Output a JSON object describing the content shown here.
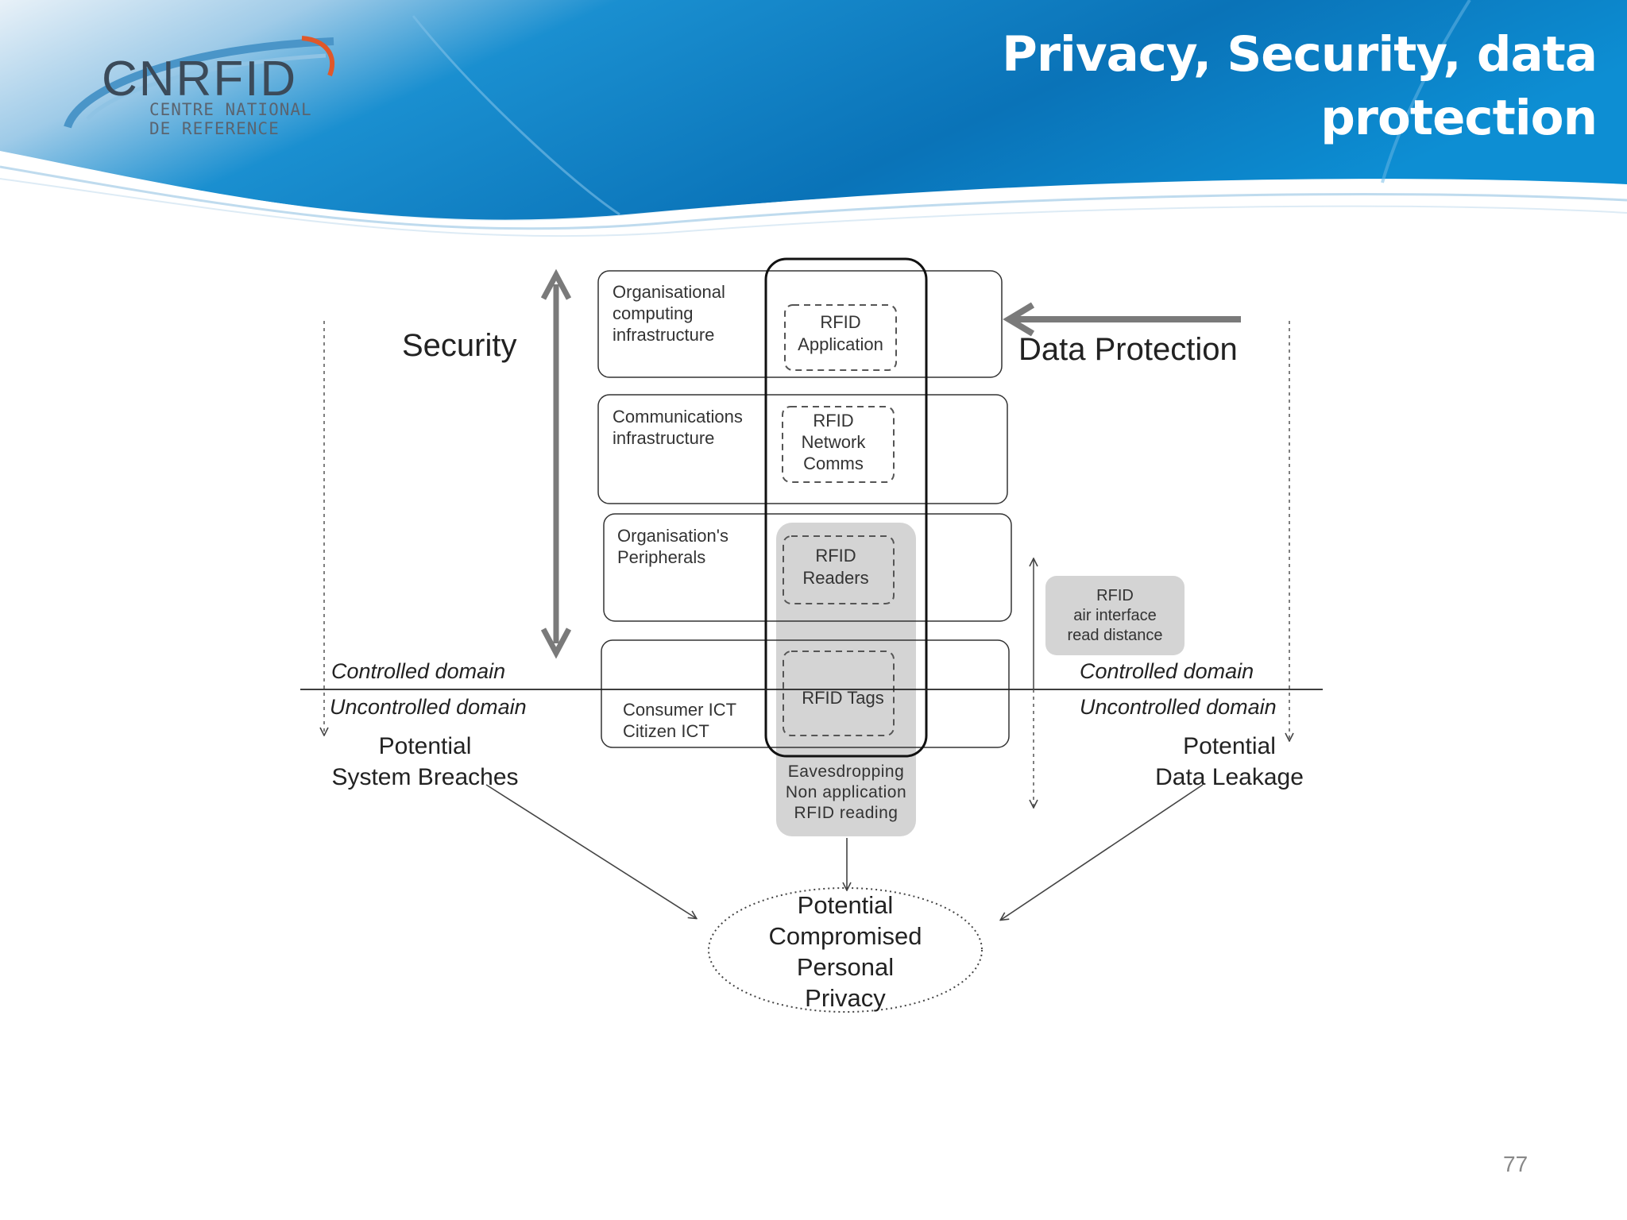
{
  "title": {
    "line1": "Privacy, Security, data",
    "line2": "protection"
  },
  "logo": {
    "name": "CNRFID",
    "subtitle_line1": "CENTRE NATIONAL",
    "subtitle_line2": "DE REFERENCE"
  },
  "colors": {
    "header_blue": "#0b83c6",
    "header_dark": "#06609e",
    "gray_fill": "#d3d3d3",
    "arrow_gray": "#7a7a7a"
  },
  "diagram": {
    "security_label": "Security",
    "data_protection_label": "Data Protection",
    "layers": [
      {
        "text_lines": [
          "Organisational",
          "computing",
          "infrastructure"
        ],
        "rfid_lines": [
          "RFID",
          "Application"
        ]
      },
      {
        "text_lines": [
          "Communications",
          "infrastructure"
        ],
        "rfid_lines": [
          "RFID",
          "Network",
          "Comms"
        ]
      },
      {
        "text_lines": [
          "Organisation's",
          "Peripherals"
        ],
        "rfid_lines": [
          "RFID",
          "Readers"
        ]
      },
      {
        "text_lines": [
          "Consumer  ICT",
          "Citizen ICT"
        ],
        "rfid_lines": [
          "RFID Tags"
        ]
      }
    ],
    "eavesdropping_lines": [
      "Eavesdropping",
      "Non application",
      "RFID reading"
    ],
    "air_interface_lines": [
      "RFID",
      "air interface",
      "read distance"
    ],
    "controlled_domain": "Controlled domain",
    "uncontrolled_domain": "Uncontrolled domain",
    "breaches_lines": [
      "Potential",
      "System Breaches"
    ],
    "leakage_lines": [
      "Potential",
      "Data Leakage"
    ],
    "privacy_lines": [
      "Potential",
      "Compromised",
      "Personal",
      "Privacy"
    ]
  },
  "page_number": "77"
}
